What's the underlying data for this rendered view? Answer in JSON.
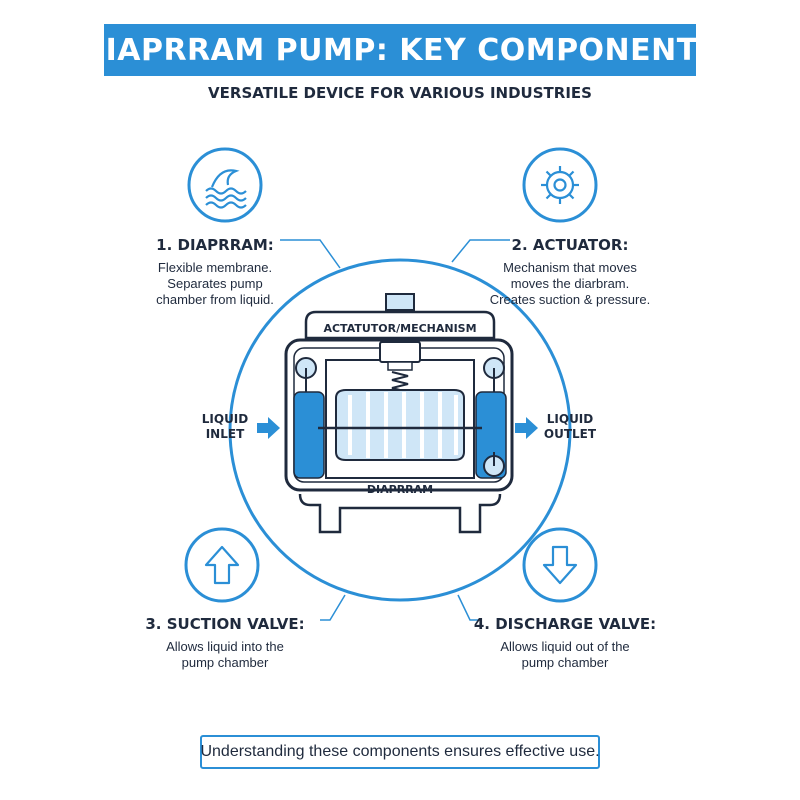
{
  "title": "DIAPRRAM PUMP: KEY COMPONENTS",
  "subtitle": "VERSATILE DEVICE FOR VARIOUS INDUSTRIES",
  "components": [
    {
      "title": "1. DIAPRRAM:",
      "desc": [
        "Flexible membrane.",
        "Separates pump",
        "chamber from liquid."
      ],
      "icon": "waves-icon"
    },
    {
      "title": "2. ACTUATOR:",
      "desc": [
        "Mechanism that moves",
        "moves the diarbram.",
        "Creates suction & pressure."
      ],
      "icon": "gear-icon"
    },
    {
      "title": "3. SUCTION VALVE:",
      "desc": [
        "Allows liquid into the",
        "pump chamber"
      ],
      "icon": "up-arrow-icon"
    },
    {
      "title": "4. DISCHARGE VALVE:",
      "desc": [
        "Allows liquid out of the",
        "pump chamber"
      ],
      "icon": "down-arrow-icon"
    }
  ],
  "diagram": {
    "actuator_label": "ACTATUTOR/MECHANISM",
    "diaphragm_label": "DIAPRRAM",
    "inlet": [
      "LIQUID",
      "INLET"
    ],
    "outlet": [
      "LIQUID",
      "OUTLET"
    ]
  },
  "footer": "Understanding these components ensures effective use.",
  "colors": {
    "accent": "#2b8fd6",
    "dark": "#1f2a3d",
    "light_blue": "#cfe6f7"
  }
}
